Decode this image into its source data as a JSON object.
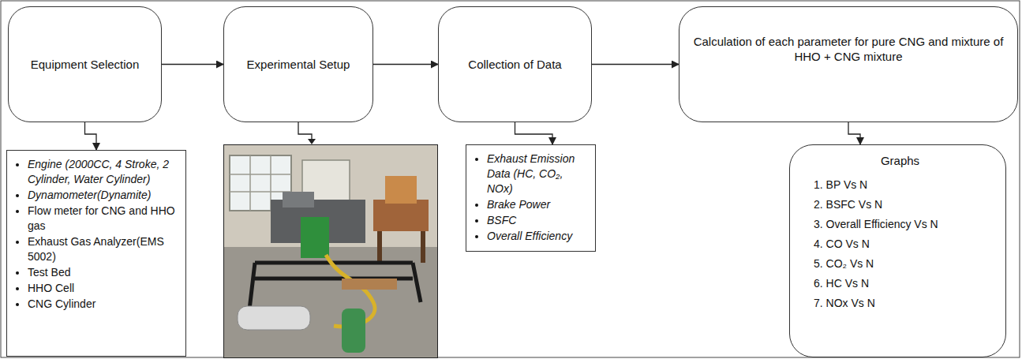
{
  "diagram": {
    "nodes": [
      {
        "text": [
          "Equipment Selection"
        ]
      },
      {
        "text": [
          "Experimental Setup"
        ]
      },
      {
        "text": [
          "Collection of Data"
        ]
      },
      {
        "text": [
          "Calculation of each parameter for pure CNG and mixture of HHO + CNG mixture"
        ]
      },
      {
        "text": [
          "Engine (2000CC, 4 Stroke, 2 Cylinder, Water Cylinder)",
          "Dynamometer(Dynamite)",
          "Flow meter for CNG and HHO gas",
          "Exhaust Gas Analyzer(EMS 5002)",
          "Test Bed",
          "HHO Cell",
          "CNG Cylinder"
        ]
      },
      {
        "text": [
          "Exhaust Emission Data (HC, CO₂, NOx)",
          "Brake Power",
          "BSFC",
          "Overall Efficiency"
        ]
      },
      {
        "text": [
          "Graphs",
          "1. BP Vs N",
          "2. BSFC Vs N",
          "3. Overall Efficiency Vs N",
          "4. CO Vs N",
          "5. CO₂ Vs N",
          "6. HC Vs N",
          "7. NOx Vs N"
        ]
      }
    ],
    "edges": [
      {
        "from": 0,
        "to": 1,
        "arrow": "to"
      },
      {
        "from": 1,
        "to": 2,
        "arrow": "to"
      },
      {
        "from": 2,
        "to": 3,
        "arrow": "to"
      },
      {
        "from": 0,
        "to": 4,
        "arrow": "to"
      },
      {
        "from": 2,
        "to": 5,
        "arrow": "to"
      },
      {
        "from": 3,
        "to": 6,
        "arrow": "to"
      }
    ]
  }
}
